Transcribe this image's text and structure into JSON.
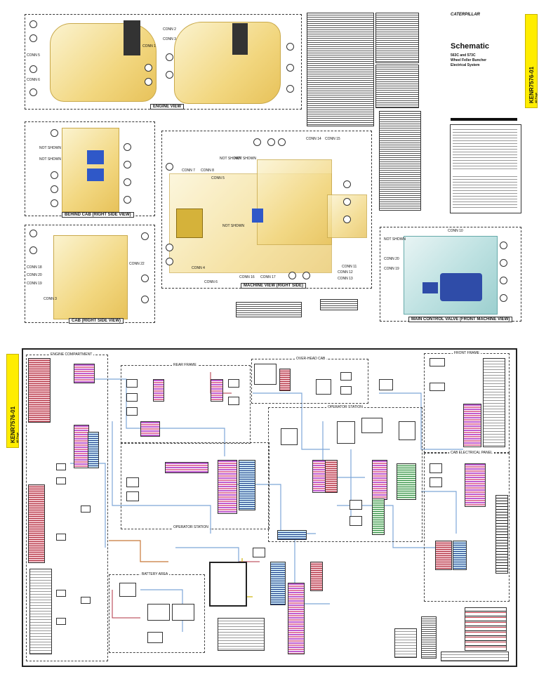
{
  "brand": "CATERPILLAR",
  "title_block": {
    "title": "Schematic",
    "subtitle_lines": [
      "563C and 573C",
      "Wheel Feller Buncher",
      "Electrical System"
    ]
  },
  "doc_tag": {
    "number": "KENR7576-01",
    "pages": "48 Page"
  },
  "captions": {
    "engine_view": "ENGINE VIEW",
    "behind_cab": "BEHIND CAB (RIGHT SIDE VIEW)",
    "machine_view": "MACHINE VIEW (RIGHT SIDE)",
    "cab_view": "CAB (RIGHT SIDE VIEW)",
    "main_control": "MAIN CONTROL VALVE (FRONT MACHINE VIEW)"
  },
  "callouts": {
    "conn1": "CONN 1",
    "conn2": "CONN 2",
    "conn3": "CONN 3",
    "conn4": "CONN 4",
    "conn5": "CONN 5",
    "conn6": "CONN 6",
    "conn7": "CONN 7",
    "conn8": "CONN 8",
    "conn10": "CONN 10",
    "conn11": "CONN 11",
    "conn12": "CONN 12",
    "conn13": "CONN 13",
    "conn14": "CONN 14",
    "conn15": "CONN 15",
    "conn16": "CONN 16",
    "conn17": "CONN 17",
    "conn18": "CONN 18",
    "conn19": "CONN 19",
    "conn20": "CONN 20",
    "conn22": "CONN 22",
    "not_shown": "NOT SHOWN"
  },
  "sections": {
    "engine": "ENGINE COMPARTMENT",
    "rear_frame": "REAR FRAME",
    "overhead_cab": "OVER-HEAD CAB",
    "front_frame": "FRONT FRAME",
    "operator_station": "OPERATOR STATION",
    "cab_panel": "CAB ELECTRICAL PANEL",
    "battery": "BATTERY AREA"
  },
  "colors": {
    "tag_yellow": "#ffed00",
    "harness_blue": "#7ea6d8",
    "connector_purple": "#c05bd0",
    "connector_pink": "#e07aa0",
    "title_bar": "#111111"
  }
}
